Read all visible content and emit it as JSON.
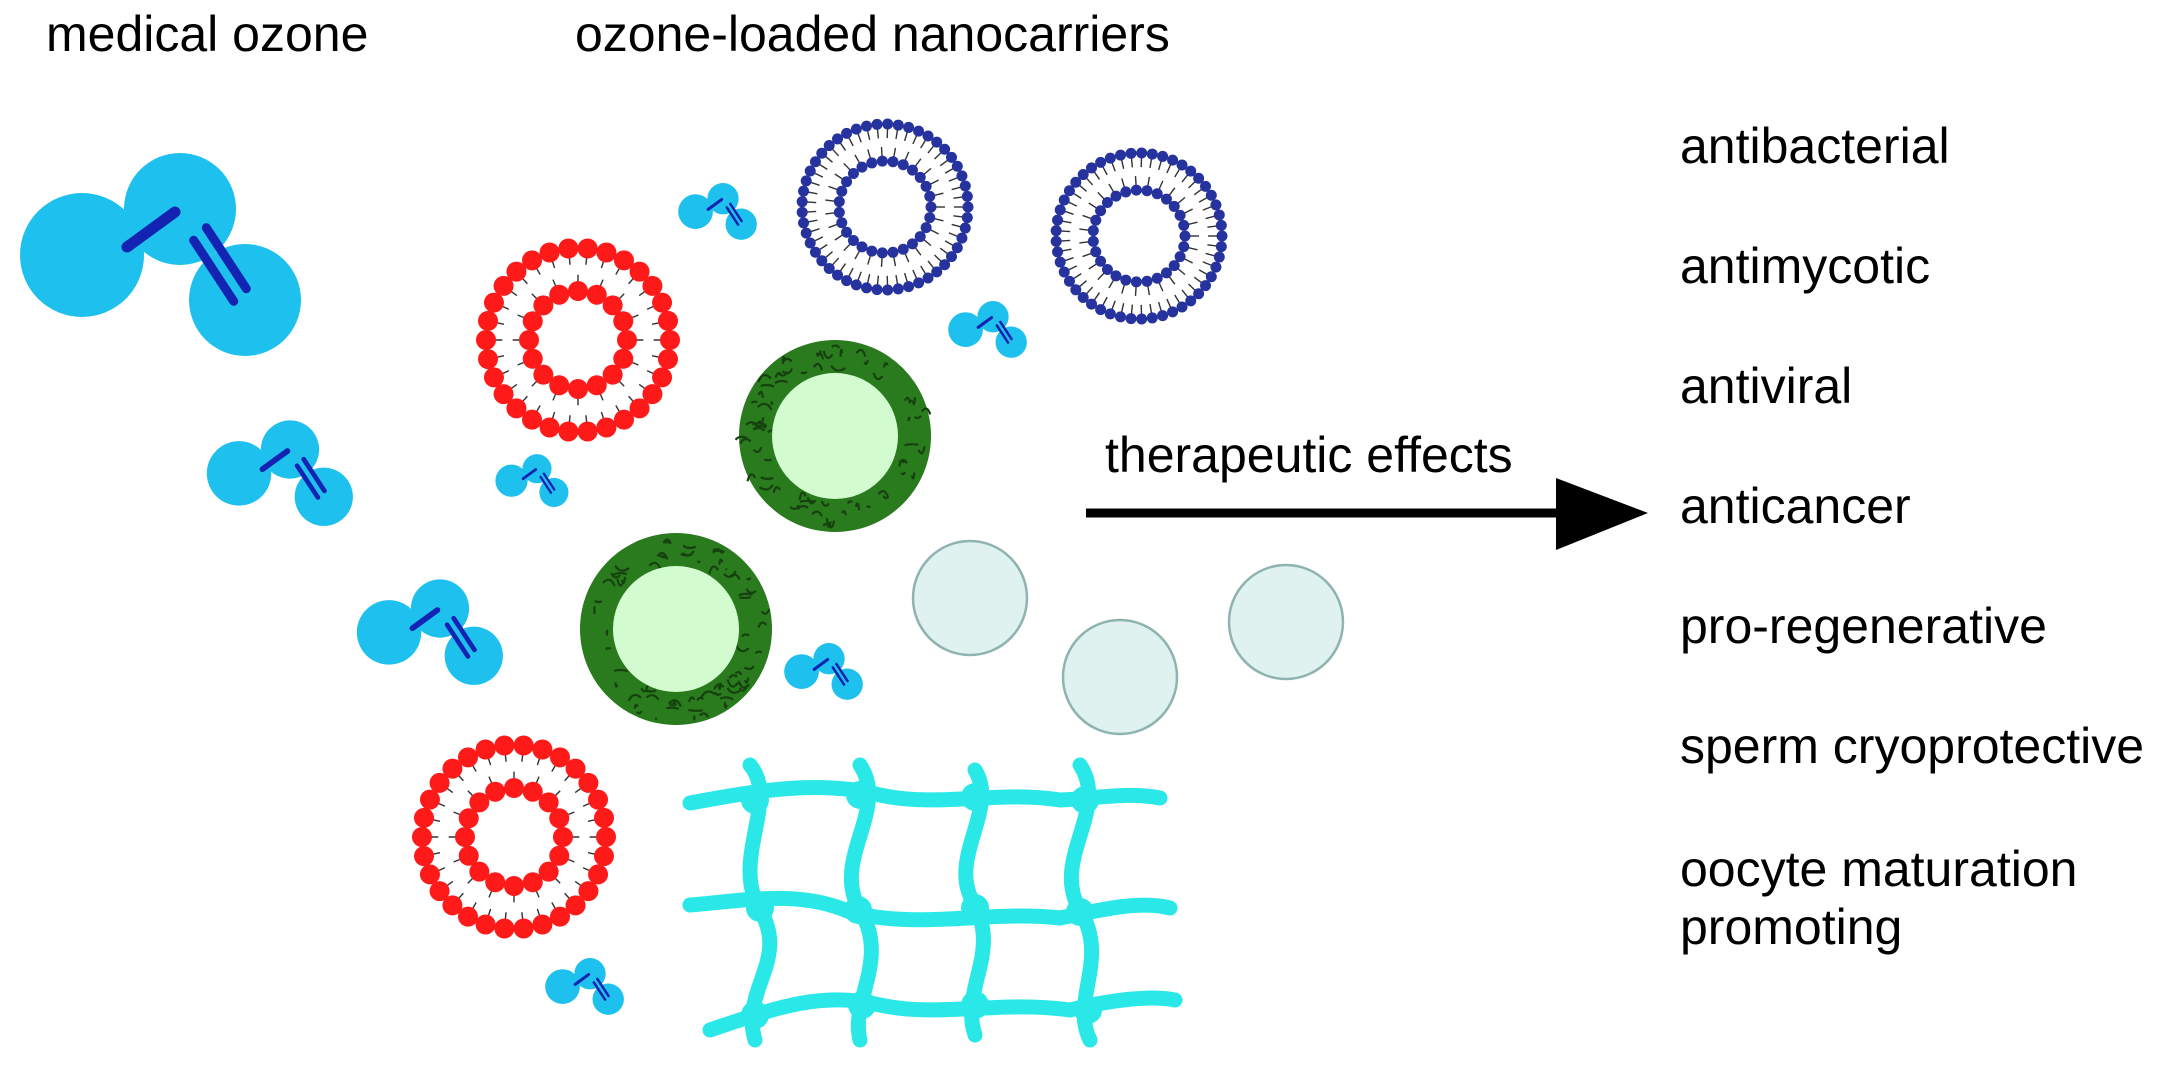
{
  "headers": {
    "medical_ozone": "medical ozone",
    "nanocarriers": "ozone-loaded nanocarriers"
  },
  "arrow_label": "therapeutic effects",
  "effects": [
    "antibacterial",
    "antimycotic",
    "antiviral",
    "anticancer",
    "pro-regenerative",
    "sperm cryoprotective",
    "oocyte maturation\npromoting"
  ],
  "colors": {
    "ozone_atom": "#1ec0ee",
    "ozone_bond": "#1323b2",
    "liposome_red": "#ff1a1a",
    "liposome_blue": "#26329e",
    "polymer_shell": "#2a7a1e",
    "polymer_core": "#d2fbd0",
    "nanobubble": "#dff2ef",
    "hydrogel": "#2ae8e8",
    "arrow": "#000000"
  }
}
